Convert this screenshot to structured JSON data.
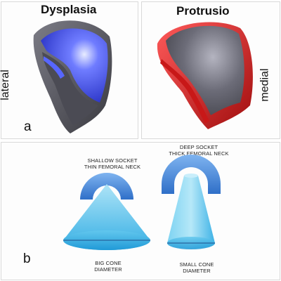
{
  "panel_a": {
    "letter": "a",
    "left_title": "Dysplasia",
    "right_title": "Protrusio",
    "left_side_label": "lateral",
    "right_side_label": "medial",
    "colors": {
      "dysplasia_cap": "#4f5cf0",
      "protrusio_cap": "#d62020",
      "body": "#5a5a64"
    }
  },
  "panel_b": {
    "letter": "b",
    "left_caption_top": [
      "SHALLOW SOCKET",
      "THIN FEMORAL NECK"
    ],
    "right_caption_top": [
      "DEEP SOCKET",
      "THICK FEMORAL NECK"
    ],
    "left_caption_bottom": [
      "BIG CONE",
      "DIAMETER"
    ],
    "right_caption_bottom": [
      "SMALL CONE",
      "DIAMETER"
    ],
    "colors": {
      "socket": "#3f86dc",
      "cone": "#3cb4e6"
    }
  }
}
